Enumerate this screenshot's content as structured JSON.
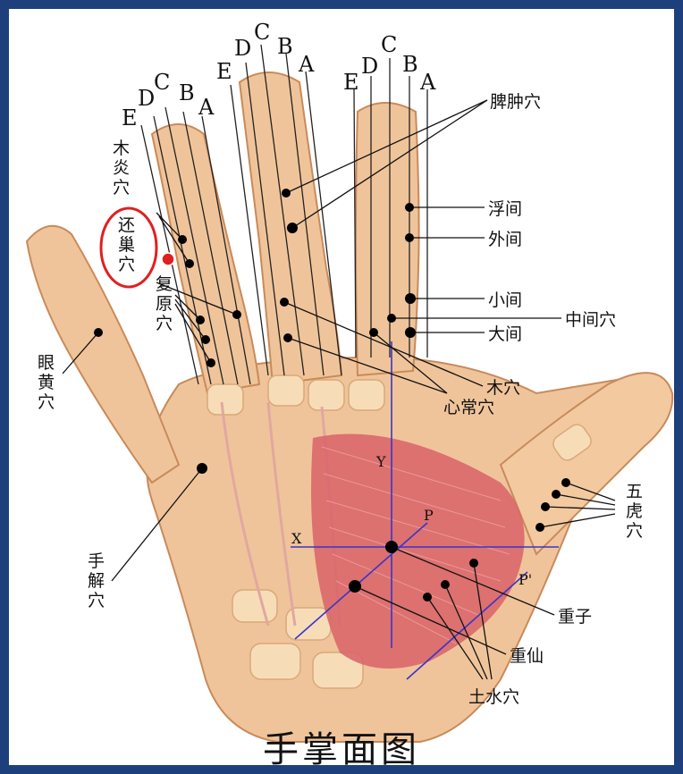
{
  "title": "手掌面图",
  "column_letters": [
    "E",
    "D",
    "C",
    "B",
    "A"
  ],
  "axis_labels": {
    "x": "X",
    "y": "Y",
    "p": "P",
    "p_prime": "P'"
  },
  "points": {
    "pi_zhong": "脾肿穴",
    "fu_jian": "浮间",
    "wai_jian": "外间",
    "xiao_jian": "小间",
    "zhong_jian": "中间穴",
    "da_jian": "大间",
    "mu_xue": "木穴",
    "xin_chang": "心常穴",
    "wu_hu": "五虎穴",
    "zhong_zi": "重子",
    "zhong_xian": "重仙",
    "tu_shui": "土水穴",
    "shou_jie": "手解穴",
    "yan_huang": "眼黄穴",
    "fu_yuan": "复原穴",
    "huan_chao": "还巢穴",
    "mu_yan": "木炎穴"
  },
  "colors": {
    "background": "#1d3f7c",
    "skin": "#f0c49a",
    "skin_dark": "#d99d6c",
    "muscle": "#d8656a",
    "axis_line": "#3b34c8",
    "highlight": "#e02020"
  }
}
